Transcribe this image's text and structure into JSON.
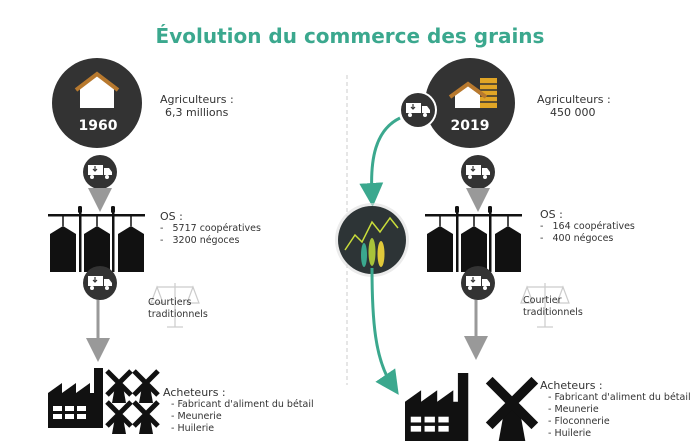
{
  "title": "Évolution du commerce des grains",
  "colors": {
    "accent": "#3ba88e",
    "dark": "#333333",
    "gold": "#e0a526",
    "roof": "#b8792e"
  },
  "left": {
    "year": "1960",
    "farmers_label": "Agriculteurs :",
    "farmers_value": "6,3 millions",
    "os_label": "OS :",
    "os_items": [
      "5717 coopératives",
      "3200 négoces"
    ],
    "brokers": [
      "Courtiers",
      "traditionnels"
    ],
    "buyers_label": "Acheteurs :",
    "buyers": [
      "- Fabricant d'aliment du bétail",
      "- Meunerie",
      "- Huilerie"
    ]
  },
  "right": {
    "year": "2019",
    "farmers_label": "Agriculteurs :",
    "farmers_value": "450 000",
    "os_label": "OS :",
    "os_items": [
      "164 coopératives",
      "400 négoces"
    ],
    "brokers": [
      "Courtier",
      "traditionnels"
    ],
    "buyers_label": "Acheteurs :",
    "buyers": [
      "- Fabricant d'aliment du bétail",
      "- Meunerie",
      "- Floconnerie",
      "- Huilerie"
    ]
  }
}
